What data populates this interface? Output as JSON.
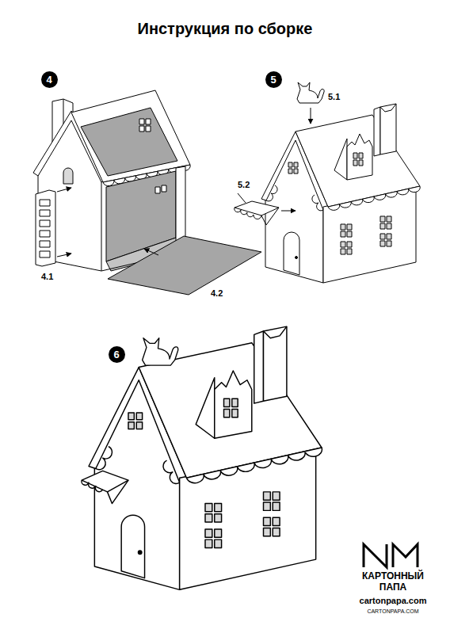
{
  "diagram": {
    "title": "Инструкция по сборке",
    "nodes": [
      {
        "text": [
          "4"
        ]
      },
      {
        "text": [
          "5"
        ]
      },
      {
        "text": [
          "6"
        ]
      }
    ],
    "labels": [
      "4.1",
      "4.2",
      "5.1",
      "5.2",
      "КАРТОННЫЙ ПАПА",
      "cartonpapa.com",
      "CARTONPAPA.COM"
    ]
  }
}
